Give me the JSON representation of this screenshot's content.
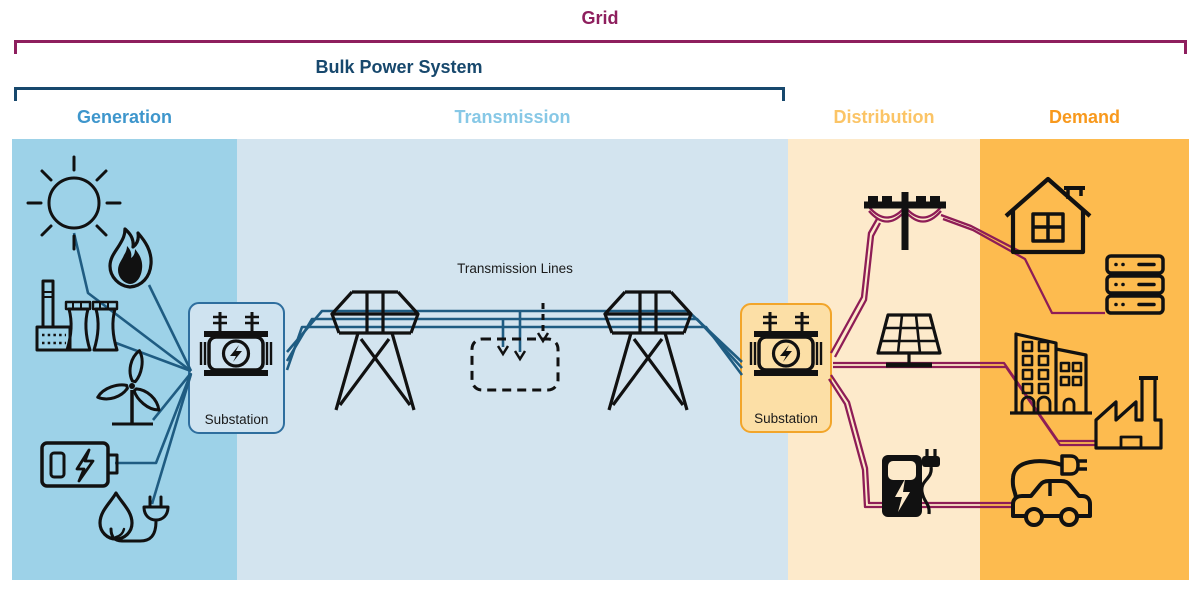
{
  "header": {
    "grid_label": "Grid",
    "bulk_power_system_label": "Bulk Power System"
  },
  "sections": [
    {
      "label": "Generation",
      "band_color": "#9dd2e8",
      "label_color": "#3e96cc"
    },
    {
      "label": "Transmission",
      "band_color": "#d3e4ef",
      "label_color": "#87c8e6"
    },
    {
      "label": "Distribution",
      "band_color": "#fdeacb",
      "label_color": "#fbc466"
    },
    {
      "label": "Demand",
      "band_color": "#fdbb4f",
      "label_color": "#f8991d"
    }
  ],
  "captions": {
    "transmission_lines": "Transmission Lines",
    "substation_generation": "Substation",
    "substation_distribution": "Substation"
  },
  "colors": {
    "grid_bracket": "#8e1f5e",
    "bulk_power_system_bracket": "#17486d",
    "generation_connector_lines": "#1f5c82",
    "distribution_connector_lines": "#8e1d56",
    "icon_stroke": "#111111",
    "substation_generation_border": "#2e6e9e",
    "substation_generation_fill": "#cfe3f0",
    "substation_distribution_border": "#f2a52a",
    "substation_distribution_fill": "#fcdfa6"
  },
  "icons": {
    "generation": [
      "sun",
      "flame",
      "power-plant",
      "wind-turbine",
      "battery",
      "hydro-plug"
    ],
    "transmission": [
      "transmission-tower",
      "future-capacity-dashed-box",
      "transmission-tower"
    ],
    "distribution": [
      "utility-pole",
      "solar-panel",
      "ev-charger"
    ],
    "demand": [
      "house",
      "data-center",
      "commercial-buildings",
      "factory",
      "electric-car"
    ]
  }
}
